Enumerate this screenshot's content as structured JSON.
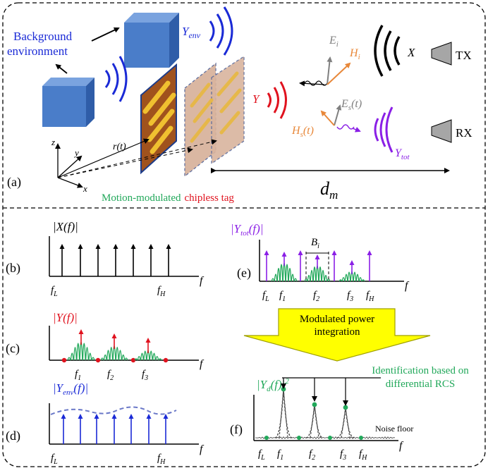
{
  "panel_labels": {
    "a": "(a)",
    "b": "(b)",
    "c": "(c)",
    "d": "(d)",
    "e": "(e)",
    "f": "(f)"
  },
  "scene": {
    "background_line1": "Background",
    "background_line2": "environment",
    "y_env": "Y",
    "y_env_sub": "env",
    "y_label": "Y",
    "x_label": "X",
    "tx": "TX",
    "rx": "RX",
    "e_i": "E",
    "e_i_sub": "i",
    "h_i": "H",
    "h_i_sub": "i",
    "e_s": "E",
    "e_s_sub": "s",
    "e_s_arg": "(t)",
    "h_s": "H",
    "h_s_sub": "s",
    "h_s_arg": "(t)",
    "y_tot": "Y",
    "y_tot_sub": "tot",
    "r_t": "r(t)",
    "axis_z": "z",
    "axis_y": "y",
    "axis_x": "x",
    "d_m": "d",
    "d_m_sub": "m",
    "caption_green": "Motion-modulated",
    "caption_red": "chipless tag"
  },
  "panel_b": {
    "title": "|X(f)|",
    "f_axis": "f",
    "f_L": "f",
    "f_L_sub": "L",
    "f_H": "f",
    "f_H_sub": "H"
  },
  "panel_c": {
    "title": "|Y(f)|",
    "f_axis": "f",
    "f1": "f",
    "f1_sub": "1",
    "f2": "f",
    "f2_sub": "2",
    "f3": "f",
    "f3_sub": "3"
  },
  "panel_d": {
    "title_pre": "|Y",
    "title_sub": "env",
    "title_post": "(f)|",
    "f_axis": "f",
    "f_L": "f",
    "f_L_sub": "L",
    "f_H": "f",
    "f_H_sub": "H"
  },
  "panel_e": {
    "title_pre": "|Y",
    "title_sub": "tot",
    "title_post": "(f)|",
    "bandwidth": "B",
    "bandwidth_sub": "i",
    "f_axis": "f",
    "f_L": "f",
    "f_L_sub": "L",
    "f1": "f",
    "f1_sub": "1",
    "f2": "f",
    "f2_sub": "2",
    "f3": "f",
    "f3_sub": "3",
    "f_H": "f",
    "f_H_sub": "H"
  },
  "arrow_box": {
    "line1": "Modulated power",
    "line2": "integration"
  },
  "panel_f": {
    "title_pre": "|Y",
    "title_sub": "d",
    "title_post": "(f)|",
    "title_exp": "2",
    "note_line1": "Identification based on",
    "note_line2": "differential RCS",
    "noise_floor": "Noise floor",
    "f_axis": "f",
    "f_L": "f",
    "f_L_sub": "L",
    "f1": "f",
    "f1_sub": "1",
    "f2": "f",
    "f2_sub": "2",
    "f3": "f",
    "f3_sub": "3",
    "f_H": "f",
    "f_H_sub": "H"
  },
  "colors": {
    "blue": "#1a2ad6",
    "red": "#e0121e",
    "purple": "#8a1fe6",
    "green": "#21a85a",
    "orange": "#e8883a",
    "gray": "#808080",
    "yellow": "#ffff00",
    "cube": "#4a7dc9",
    "tag_plate": "#a0521d"
  }
}
